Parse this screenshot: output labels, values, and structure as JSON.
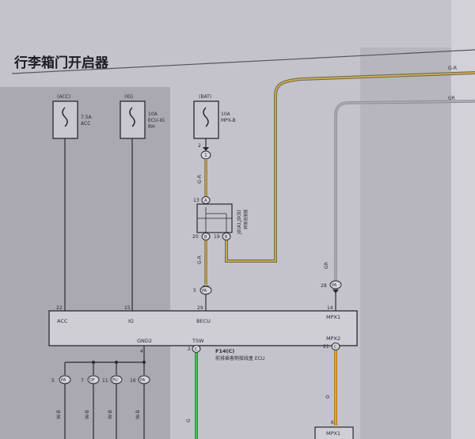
{
  "title": "行李箱门开启器",
  "colors": {
    "paper": "#c4c3cb",
    "shade": "#a9a8b0",
    "ink": "#2a2a33",
    "wire_g": "#3aa64a",
    "wire_o": "#d9982f",
    "wire_gr": "#9a9aa2",
    "wire_gr_stripe": "#c7a23f"
  },
  "fuses": [
    {
      "source": "(ACC)",
      "rating": "7.5A",
      "name": "ACC"
    },
    {
      "source": "(IG)",
      "rating": "10A",
      "name": "ECU-IG",
      "name2": "RH"
    },
    {
      "source": "(BAT)",
      "rating": "10A",
      "name": "MPX-B"
    }
  ],
  "wires": {
    "gr_top": "G-R",
    "gr_second": "GR",
    "bat_top": "G-R",
    "bat_mid": "G-R",
    "right_down": "GR",
    "tsw": "G",
    "mpx2": "O",
    "gnd_wires": [
      "W-B",
      "W-B",
      "W-B",
      "W-B"
    ]
  },
  "junction": {
    "id": "J8(A),J9(B)",
    "name": "转接连接器",
    "pins": {
      "a13": "13",
      "a_label": "A",
      "b20": "20",
      "b19": "19",
      "b_label": "B"
    }
  },
  "connectors": {
    "bat_pin": "2",
    "bat_label": "1",
    "pa5": "5",
    "pa5_label": "PA",
    "pa28": "28",
    "pa28_label": "PA"
  },
  "ecu": {
    "name": "F14(C)",
    "desc": "前排乘客侧接线盒 ECU",
    "terminals": {
      "acc": "ACC",
      "ig": "IG",
      "becu": "BECU",
      "mpx1": "MPX1",
      "gnd2": "GND2",
      "tsw": "TSW",
      "mpx2": "MPX2"
    },
    "pins": {
      "acc": "22",
      "ig": "15",
      "becu": "29",
      "mpx1": "14",
      "gnd2": "4",
      "tsw": "2",
      "tsw_c": "C",
      "mpx2": "21",
      "mpx2_c": "C"
    }
  },
  "ground_connectors": [
    {
      "pin": "5",
      "label": "PA"
    },
    {
      "pin": "7",
      "label": "DF"
    },
    {
      "pin": "11",
      "label": "PU"
    },
    {
      "pin": "16",
      "label": "PA"
    }
  ],
  "bottom": {
    "mpx1": "MPX1",
    "pin": "6"
  }
}
